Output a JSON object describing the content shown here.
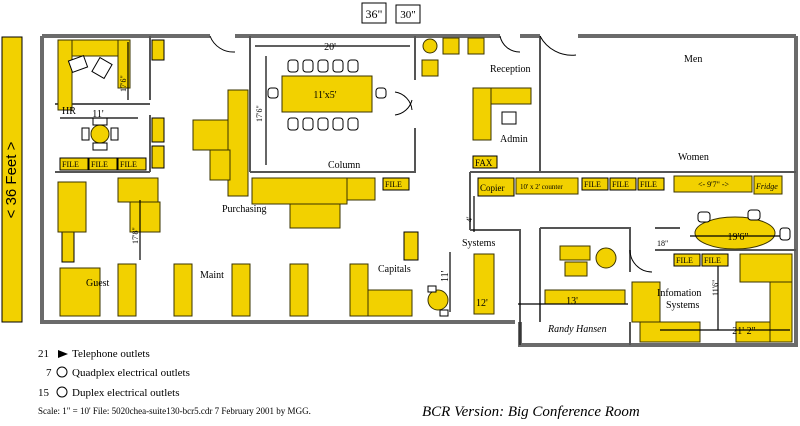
{
  "top_labels": {
    "door36": "36\"",
    "door30": "30\""
  },
  "scale_bar": {
    "label": "< 36 Feet >"
  },
  "rooms": {
    "hr": "HR",
    "purchasing": "Purchasing",
    "column": "Column",
    "reception": "Reception",
    "admin": "Admin",
    "fax": "FAX",
    "men": "Men",
    "women": "Women",
    "copier": "Copier",
    "counter": "10' x 2' counter",
    "fridge": "Fridge",
    "systems": "Systems",
    "guest": "Guest",
    "maint": "Maint",
    "capitals": "Capitals",
    "randy": "Randy Hansen",
    "info": "Infomation",
    "info2": "Systems"
  },
  "dimensions": {
    "d20": "20'",
    "d11x5": "11'x5'",
    "d176a": "17'6\"",
    "d176b": "17'6\"",
    "d11": "11'",
    "d178": "17'8\"",
    "d4": "4'",
    "d11b": "11'",
    "d12": "12'",
    "d13": "13'",
    "d18": "18\"",
    "d196": "19'6\"",
    "d97": "<- 9'7\" ->",
    "d116": "11'6\"",
    "d212": "21' 2\""
  },
  "file_label": "FILE",
  "legend": {
    "items": [
      {
        "count": "21",
        "desc": "Telephone outlets"
      },
      {
        "count": "7",
        "desc": "Quadplex electrical outlets"
      },
      {
        "count": "15",
        "desc": "Duplex electrical outlets"
      }
    ],
    "scale_line": "Scale: 1\" = 10'   File: 5020chea-suite130-bcr5.cdr   7 February 2001 by MGG.",
    "version": "BCR Version: Big Conference Room"
  },
  "colors": {
    "furniture": "#f2d100",
    "walls": "#6b6b6b"
  }
}
